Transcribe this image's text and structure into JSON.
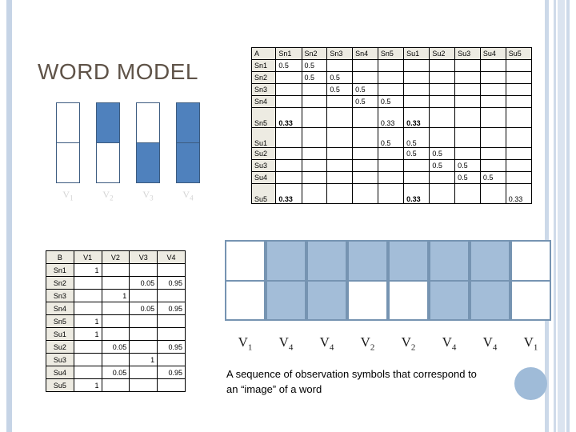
{
  "slide": {
    "title": "WORD MODEL"
  },
  "symbols": {
    "items": [
      {
        "label": "V",
        "sub": "1",
        "top": "off",
        "bottom": "off"
      },
      {
        "label": "V",
        "sub": "2",
        "top": "on",
        "bottom": "off"
      },
      {
        "label": "V",
        "sub": "3",
        "top": "off",
        "bottom": "on"
      },
      {
        "label": "V",
        "sub": "4",
        "top": "on",
        "bottom": "on"
      }
    ]
  },
  "matrix_a": {
    "corner": "A",
    "columns": [
      "Sn1",
      "Sn2",
      "Sn3",
      "Sn4",
      "Sn5",
      "Su1",
      "Su2",
      "Su3",
      "Su4",
      "Su5"
    ],
    "rows": [
      {
        "head": "Sn1",
        "tall": false,
        "cells": [
          "0.5",
          "0.5",
          "",
          "",
          "",
          "",
          "",
          "",
          "",
          ""
        ],
        "bold": []
      },
      {
        "head": "Sn2",
        "tall": false,
        "cells": [
          "",
          "0.5",
          "0.5",
          "",
          "",
          "",
          "",
          "",
          "",
          ""
        ],
        "bold": []
      },
      {
        "head": "Sn3",
        "tall": false,
        "cells": [
          "",
          "",
          "0.5",
          "0.5",
          "",
          "",
          "",
          "",
          "",
          ""
        ],
        "bold": []
      },
      {
        "head": "Sn4",
        "tall": false,
        "cells": [
          "",
          "",
          "",
          "0.5",
          "0.5",
          "",
          "",
          "",
          "",
          ""
        ],
        "bold": []
      },
      {
        "head": "Sn5",
        "tall": true,
        "cells": [
          "0.33",
          "",
          "",
          "",
          "0.33",
          "0.33",
          "",
          "",
          "",
          ""
        ],
        "bold": [
          0,
          5
        ]
      },
      {
        "head": "Su1",
        "tall": true,
        "cells": [
          "",
          "",
          "",
          "",
          "0.5",
          "0.5",
          "",
          "",
          "",
          ""
        ],
        "bold": []
      },
      {
        "head": "Su2",
        "tall": false,
        "cells": [
          "",
          "",
          "",
          "",
          "",
          "0.5",
          "0.5",
          "",
          "",
          ""
        ],
        "bold": []
      },
      {
        "head": "Su3",
        "tall": false,
        "cells": [
          "",
          "",
          "",
          "",
          "",
          "",
          "0.5",
          "0.5",
          "",
          ""
        ],
        "bold": []
      },
      {
        "head": "Su4",
        "tall": false,
        "cells": [
          "",
          "",
          "",
          "",
          "",
          "",
          "",
          "0.5",
          "0.5",
          ""
        ],
        "bold": []
      },
      {
        "head": "Su5",
        "tall": true,
        "cells": [
          "0.33",
          "",
          "",
          "",
          "",
          "0.33",
          "",
          "",
          "",
          "0.33"
        ],
        "bold": [
          0,
          5
        ]
      }
    ]
  },
  "matrix_b": {
    "corner": "B",
    "columns": [
      "V1",
      "V2",
      "V3",
      "V4"
    ],
    "rows": [
      {
        "head": "Sn1",
        "cells": [
          "1",
          "",
          "",
          ""
        ]
      },
      {
        "head": "Sn2",
        "cells": [
          "",
          "",
          "0.05",
          "0.95"
        ]
      },
      {
        "head": "Sn3",
        "cells": [
          "",
          "1",
          "",
          ""
        ]
      },
      {
        "head": "Sn4",
        "cells": [
          "",
          "",
          "0.05",
          "0.95"
        ]
      },
      {
        "head": "Sn5",
        "cells": [
          "1",
          "",
          "",
          ""
        ]
      },
      {
        "head": "Su1",
        "cells": [
          "1",
          "",
          "",
          ""
        ]
      },
      {
        "head": "Su2",
        "cells": [
          "",
          "0.05",
          "",
          "0.95"
        ]
      },
      {
        "head": "Su3",
        "cells": [
          "",
          "",
          "1",
          ""
        ]
      },
      {
        "head": "Su4",
        "cells": [
          "",
          "0.05",
          "",
          "0.95"
        ]
      },
      {
        "head": "Su5",
        "cells": [
          "1",
          "",
          "",
          ""
        ]
      }
    ]
  },
  "sequence": {
    "cells": [
      {
        "label": "V",
        "sub": "1",
        "top": "off",
        "bottom": "off"
      },
      {
        "label": "V",
        "sub": "4",
        "top": "on",
        "bottom": "on"
      },
      {
        "label": "V",
        "sub": "4",
        "top": "on",
        "bottom": "on"
      },
      {
        "label": "V",
        "sub": "2",
        "top": "on",
        "bottom": "off"
      },
      {
        "label": "V",
        "sub": "2",
        "top": "on",
        "bottom": "off"
      },
      {
        "label": "V",
        "sub": "4",
        "top": "on",
        "bottom": "on"
      },
      {
        "label": "V",
        "sub": "4",
        "top": "on",
        "bottom": "on"
      },
      {
        "label": "V",
        "sub": "1",
        "top": "off",
        "bottom": "off"
      }
    ],
    "caption": "A sequence of observation symbols that correspond to an “image” of a word"
  },
  "colors": {
    "symbol_fill": "#4F81BD",
    "sequence_fill": "#A3BDD8",
    "sequence_border": "#7694B2",
    "title_text": "#5F5348",
    "stripe": "#C6D4E6",
    "circle": "#9FBBD8",
    "header_cell": "#EDEBE2"
  }
}
